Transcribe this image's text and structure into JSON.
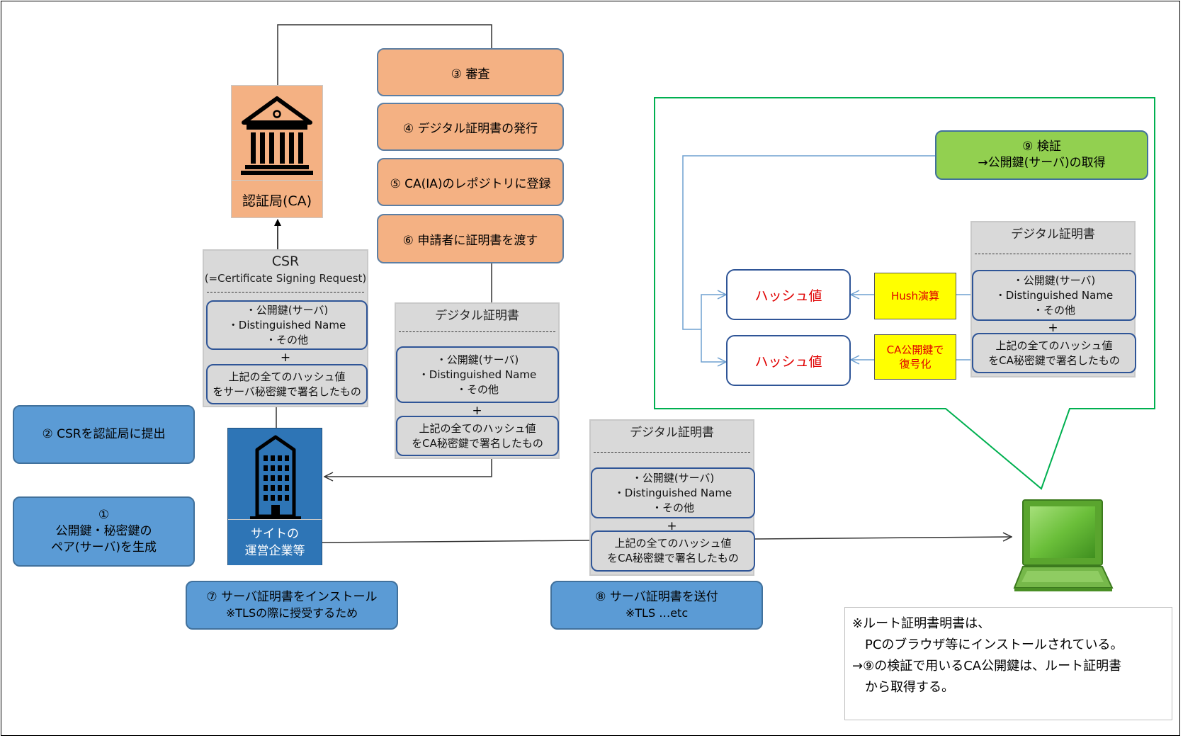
{
  "colors": {
    "orange": "#f4b183",
    "blue": "#5b9bd5",
    "dark_blue": "#2e75b6",
    "green": "#92d050",
    "yellow": "#ffff00",
    "hash_red": "#e00000",
    "gray": "#d9d9d9",
    "highlight_border": "#00b050"
  },
  "icons": {
    "ca": "bank-building-icon",
    "company": "office-building-icon",
    "client": "laptop-icon"
  },
  "ca": {
    "label": "認証局(CA)"
  },
  "company": {
    "label_line1": "サイトの",
    "label_line2": "運営企業等"
  },
  "steps": {
    "s1": {
      "line1": "①",
      "line2": "公開鍵・秘密鍵の",
      "line3": "ペア(サーバ)を生成"
    },
    "s2": {
      "label": "② CSRを認証局に提出"
    },
    "s3": {
      "label": "③ 審査"
    },
    "s4": {
      "label": "④ デジタル証明書の発行"
    },
    "s5": {
      "label": "⑤ CA(IA)のレポジトリに登録"
    },
    "s6": {
      "label": "⑥ 申請者に証明書を渡す"
    },
    "s7": {
      "line1": "⑦ サーバ証明書をインストール",
      "line2": "※TLSの際に授受するため"
    },
    "s8": {
      "line1": "⑧ サーバ証明書を送付",
      "line2": "※TLS …etc"
    },
    "s9": {
      "line1": "⑨ 検証",
      "line2": "→公開鍵(サーバ)の取得"
    }
  },
  "csr": {
    "title": "CSR",
    "subtitle": "(=Certificate Signing Request)",
    "content": {
      "line1": "・公開鍵(サーバ)",
      "line2": "・Distinguished Name",
      "line3": "・その他"
    },
    "plus": "+",
    "signature": {
      "line1": "上記の全てのハッシュ値",
      "line2": "をサーバ秘密鍵で署名したもの"
    }
  },
  "certificate": {
    "title": "デジタル証明書",
    "content": {
      "line1": "・公開鍵(サーバ)",
      "line2": "・Distinguished Name",
      "line3": "・その他"
    },
    "plus": "+",
    "signature": {
      "line1": "上記の全てのハッシュ値",
      "line2": "をCA秘密鍵で署名したもの"
    }
  },
  "verify": {
    "hash_label": "ハッシュ値",
    "hash_op": "Hush演算",
    "decrypt_line1": "CA公開鍵で",
    "decrypt_line2": "復号化"
  },
  "note": {
    "line1": "※ルート証明書明書は、",
    "line2": "PCのブラウザ等にインストールされている。",
    "line3": "→⑨の検証で用いるCA公開鍵は、ルート証明書",
    "line4": "から取得する。"
  }
}
